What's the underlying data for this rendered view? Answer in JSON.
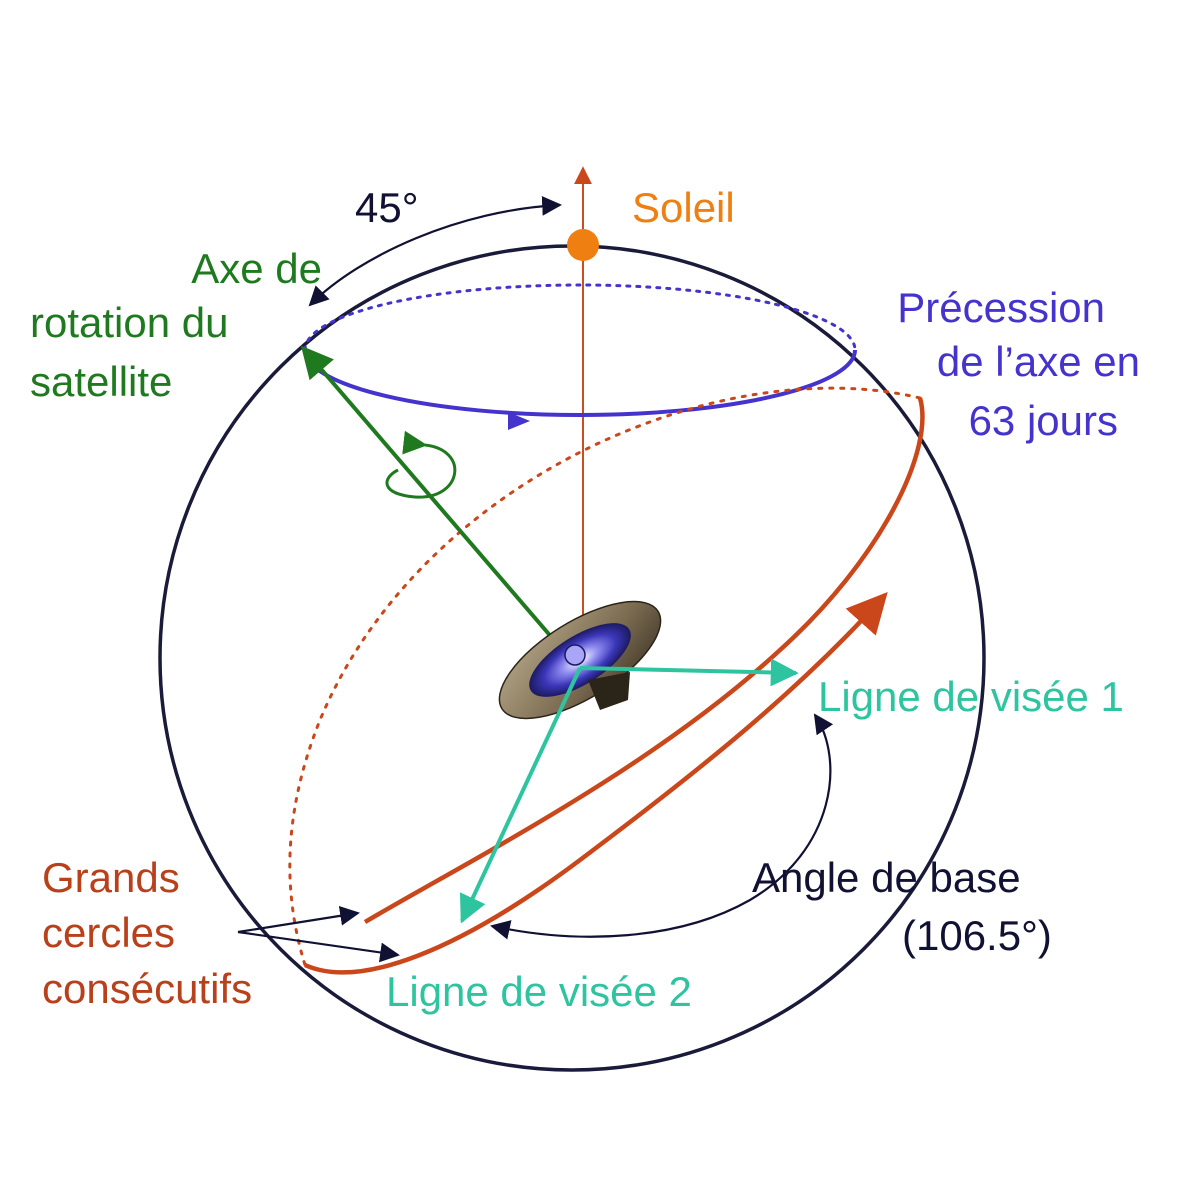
{
  "labels": {
    "angle_45": "45°",
    "sun": "Soleil",
    "axis_line1": "Axe de",
    "axis_line2": "rotation du",
    "axis_line3": "satellite",
    "precession_line1": "Précession",
    "precession_line2": "de l’axe en",
    "precession_line3": "63 jours",
    "los1": "Ligne de visée 1",
    "los2": "Ligne de visée 2",
    "basic_angle_line1": "Angle de base",
    "basic_angle_line2": "(106.5°)",
    "circles_line1": "Grands",
    "circles_line2": "cercles",
    "circles_line3": "consécutifs"
  },
  "colors": {
    "sphere": "#1a1a3a",
    "sun": "#f07f12",
    "sun_axis": "#c8501e",
    "rotation_axis": "#1f7a1f",
    "precession": "#4433cc",
    "lines_of_sight": "#2ec4a0",
    "great_circles": "#c9471a",
    "annotation": "#111133",
    "circles_label": "#b8401a"
  }
}
